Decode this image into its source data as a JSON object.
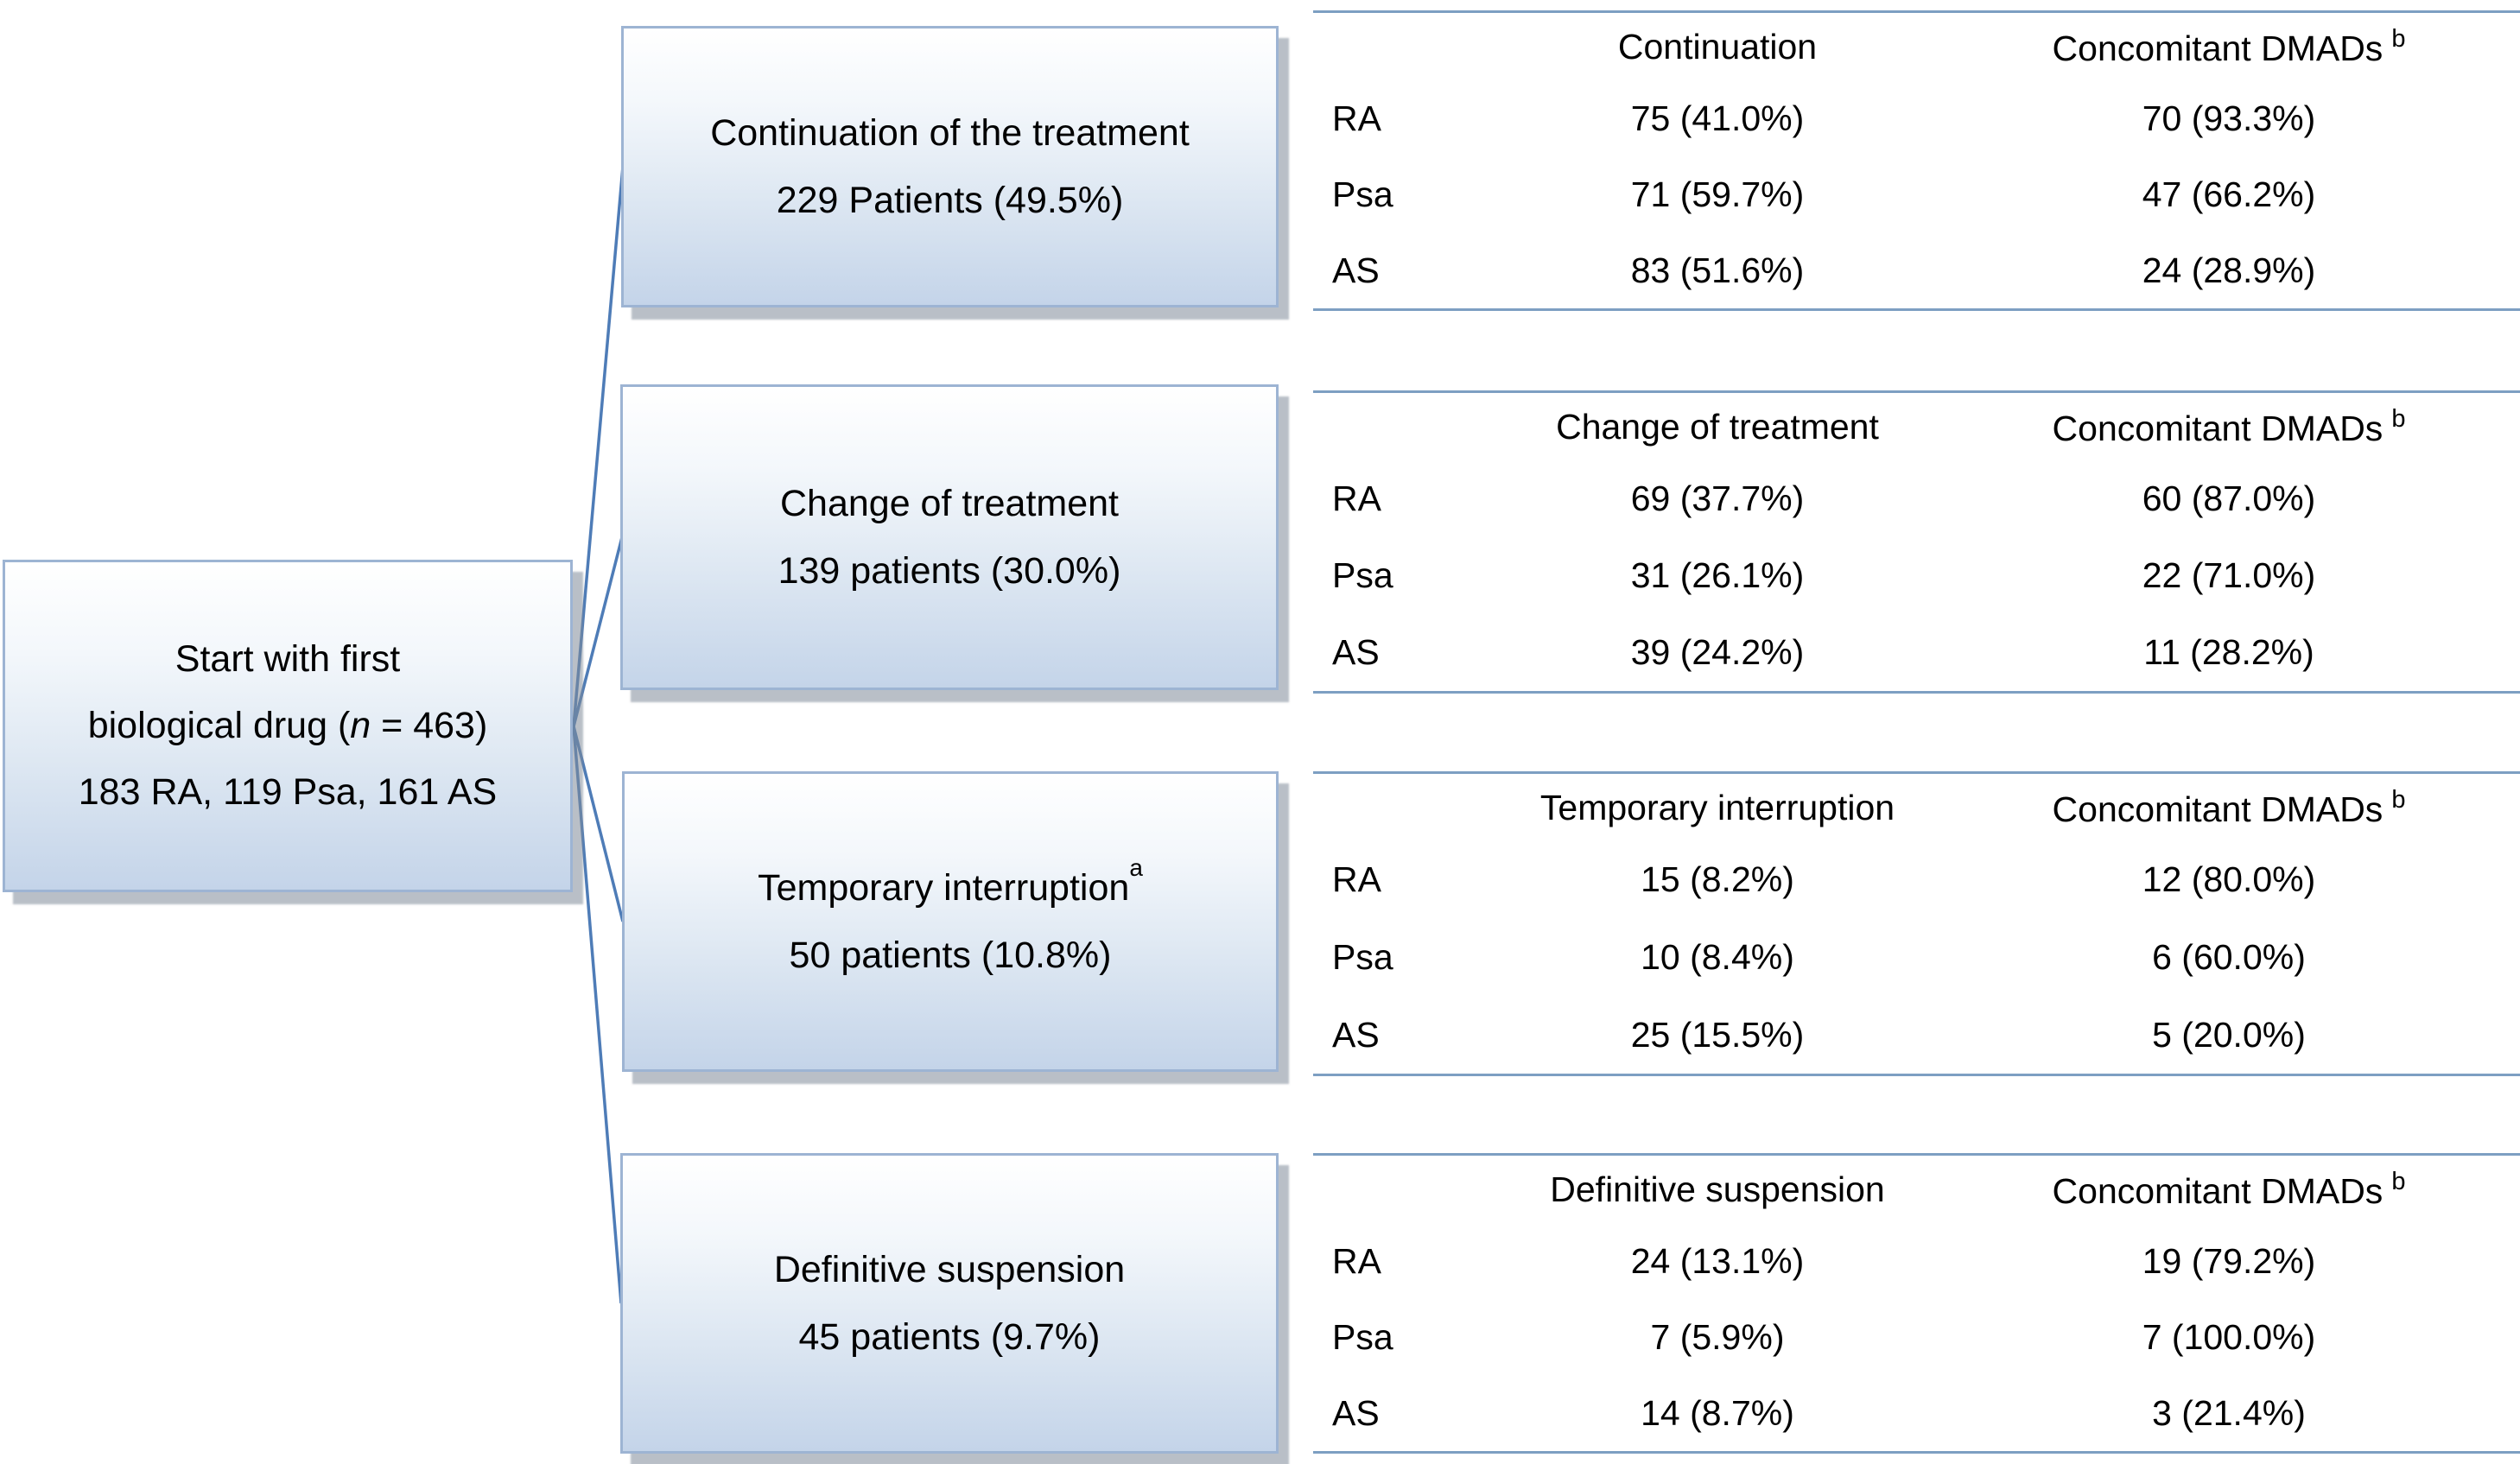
{
  "root_box": {
    "line1": "Start with first",
    "line2_pre": "biological drug (",
    "line2_italic": "n",
    "line2_post": " = 463)",
    "line3": "183 RA, 119 Psa, 161 AS"
  },
  "branches": [
    {
      "box": {
        "title": "Continuation of the treatment",
        "title_sup": "",
        "subtitle": "229 Patients (49.5%)"
      },
      "table": {
        "col1_header": "Continuation",
        "col2_header": "Concomitant DMADs",
        "col2_sup": "b",
        "rows": [
          {
            "label": "RA",
            "outcome": "75 (41.0%)",
            "dmads": "70 (93.3%)"
          },
          {
            "label": "Psa",
            "outcome": "71 (59.7%)",
            "dmads": "47 (66.2%)"
          },
          {
            "label": "AS",
            "outcome": "83 (51.6%)",
            "dmads": "24 (28.9%)"
          }
        ]
      }
    },
    {
      "box": {
        "title": "Change of treatment",
        "title_sup": "",
        "subtitle": "139 patients (30.0%)"
      },
      "table": {
        "col1_header": "Change of treatment",
        "col2_header": "Concomitant DMADs",
        "col2_sup": "b",
        "rows": [
          {
            "label": "RA",
            "outcome": "69 (37.7%)",
            "dmads": "60 (87.0%)"
          },
          {
            "label": "Psa",
            "outcome": "31 (26.1%)",
            "dmads": "22 (71.0%)"
          },
          {
            "label": "AS",
            "outcome": "39 (24.2%)",
            "dmads": "11 (28.2%)"
          }
        ]
      }
    },
    {
      "box": {
        "title": "Temporary interruption",
        "title_sup": "a",
        "subtitle": "50 patients (10.8%)"
      },
      "table": {
        "col1_header": "Temporary interruption",
        "col2_header": "Concomitant DMADs",
        "col2_sup": "b",
        "rows": [
          {
            "label": "RA",
            "outcome": "15 (8.2%)",
            "dmads": "12 (80.0%)"
          },
          {
            "label": "Psa",
            "outcome": "10 (8.4%)",
            "dmads": "6 (60.0%)"
          },
          {
            "label": "AS",
            "outcome": "25 (15.5%)",
            "dmads": "5 (20.0%)"
          }
        ]
      }
    },
    {
      "box": {
        "title": "Definitive suspension",
        "title_sup": "",
        "subtitle": "45 patients (9.7%)"
      },
      "table": {
        "col1_header": "Definitive suspension",
        "col2_header": "Concomitant DMADs",
        "col2_sup": "b",
        "rows": [
          {
            "label": "RA",
            "outcome": "24 (13.1%)",
            "dmads": "19 (79.2%)"
          },
          {
            "label": "Psa",
            "outcome": "7 (5.9%)",
            "dmads": "7 (100.0%)"
          },
          {
            "label": "AS",
            "outcome": "14 (8.7%)",
            "dmads": "3 (21.4%)"
          }
        ]
      }
    }
  ],
  "colors": {
    "box_border": "#9db4d3",
    "box_fill_bottom": "#c4d4e9",
    "connector": "#4e7cb7",
    "table_rule": "#7d9fc2"
  }
}
